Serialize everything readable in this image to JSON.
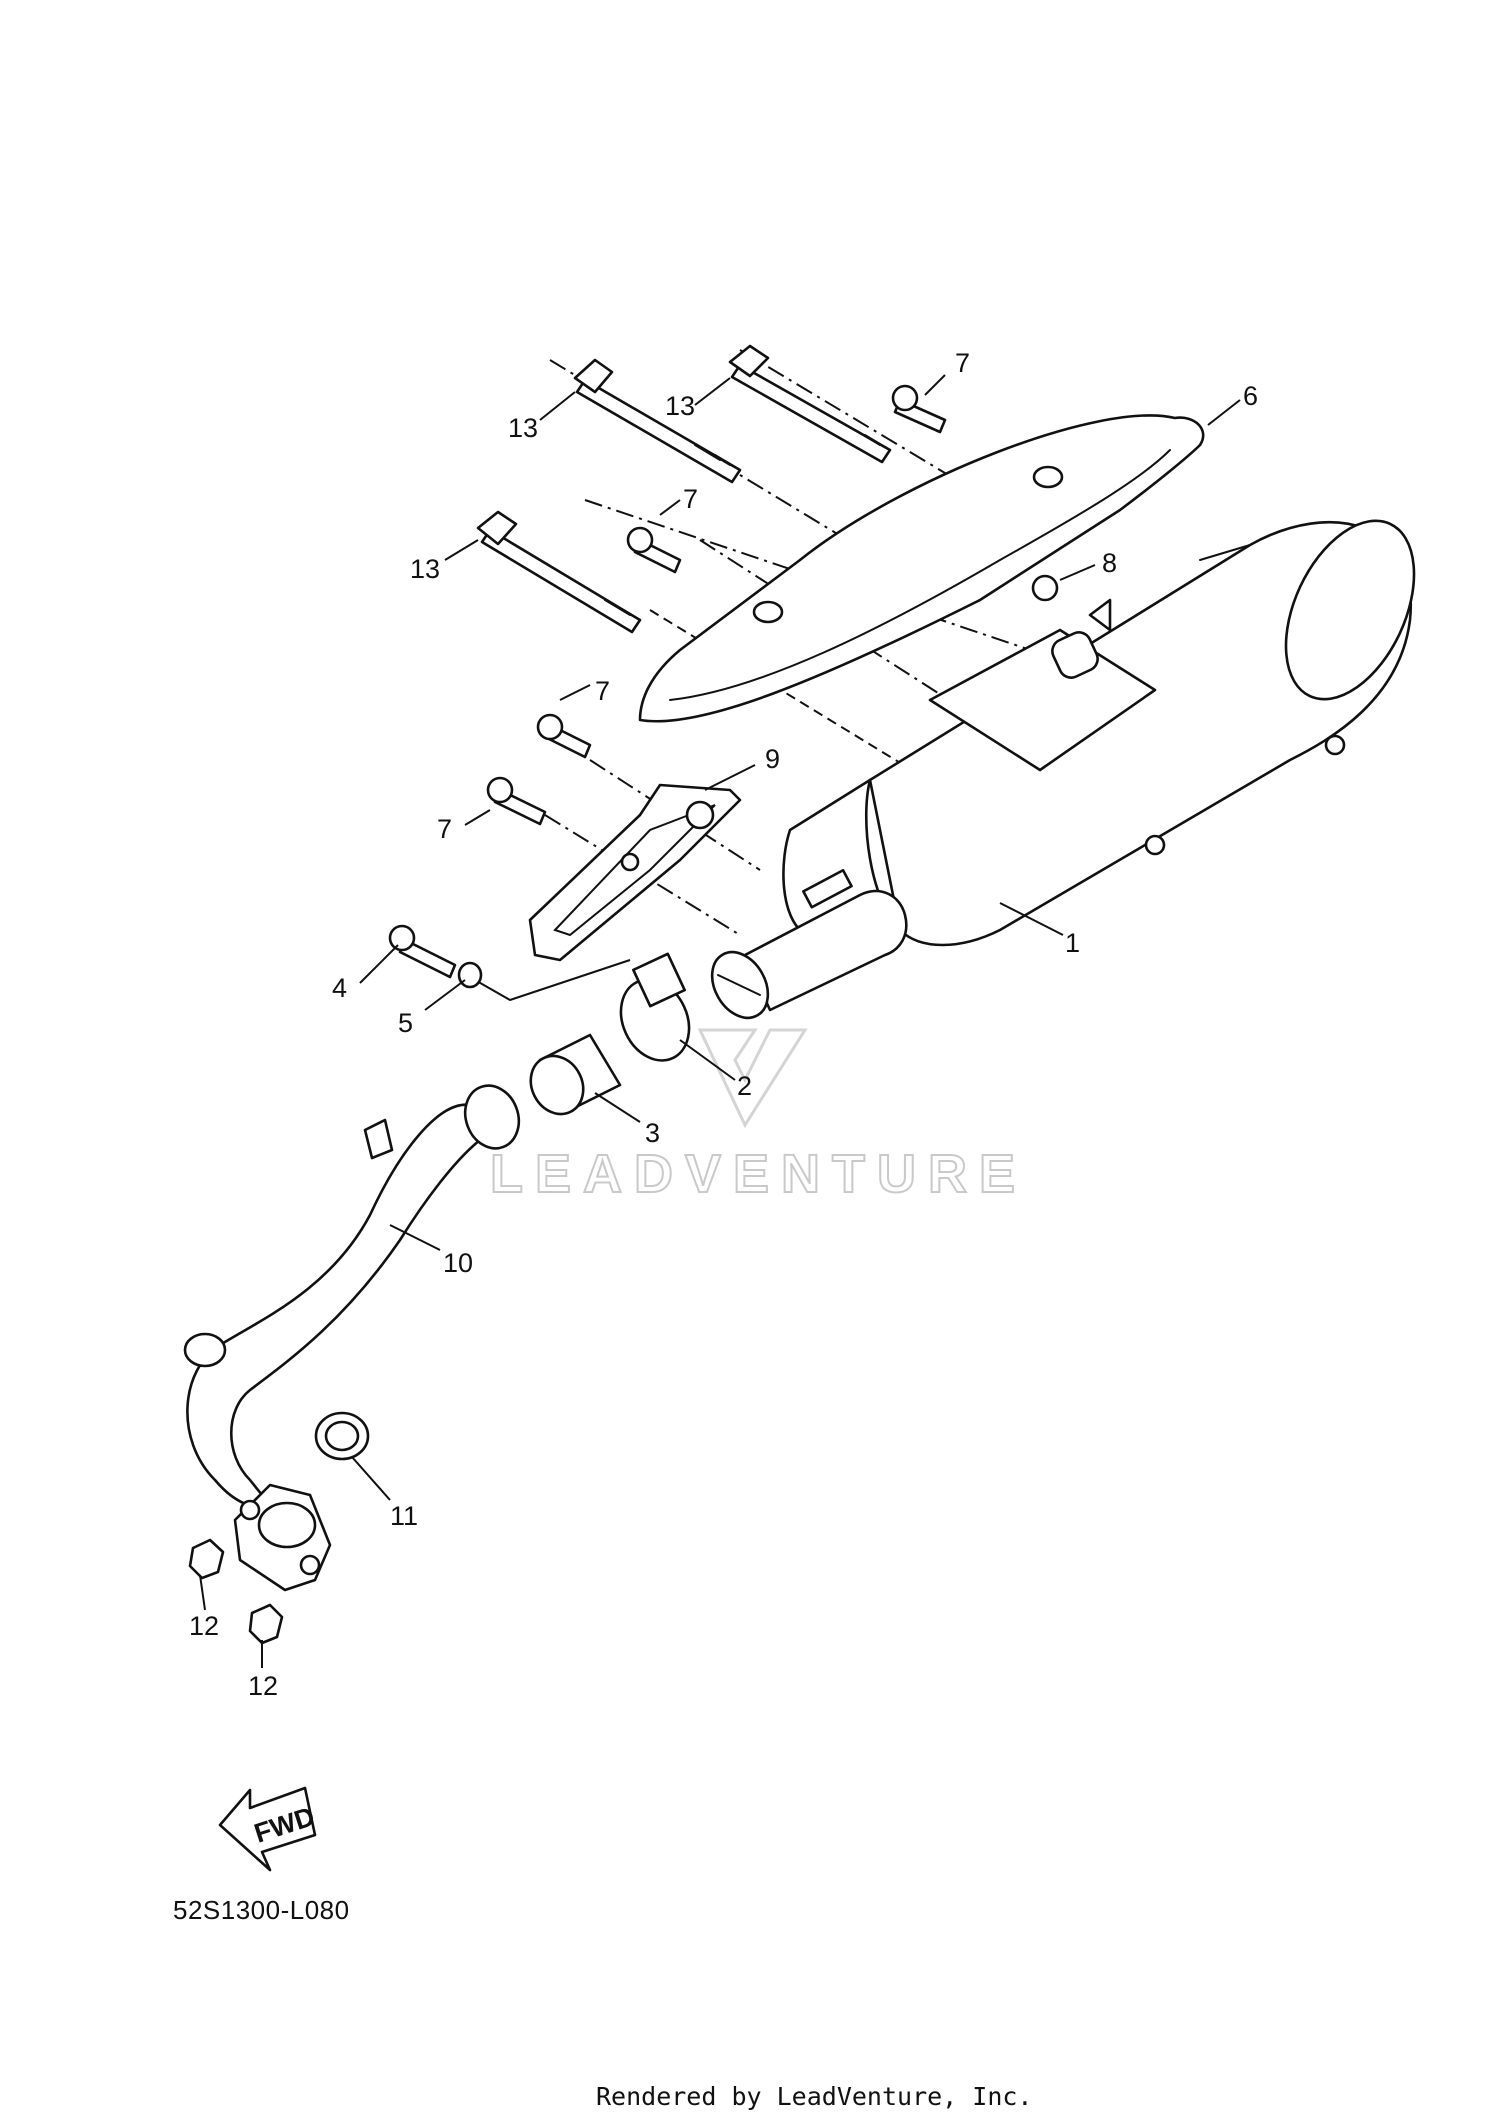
{
  "diagram": {
    "callouts": [
      {
        "id": "1",
        "label": "1"
      },
      {
        "id": "2",
        "label": "2"
      },
      {
        "id": "3",
        "label": "3"
      },
      {
        "id": "4",
        "label": "4"
      },
      {
        "id": "5",
        "label": "5"
      },
      {
        "id": "6",
        "label": "6"
      },
      {
        "id": "7a",
        "label": "7"
      },
      {
        "id": "7b",
        "label": "7"
      },
      {
        "id": "7c",
        "label": "7"
      },
      {
        "id": "7d",
        "label": "7"
      },
      {
        "id": "8",
        "label": "8"
      },
      {
        "id": "9",
        "label": "9"
      },
      {
        "id": "10",
        "label": "10"
      },
      {
        "id": "11",
        "label": "11"
      },
      {
        "id": "12a",
        "label": "12"
      },
      {
        "id": "12b",
        "label": "12"
      },
      {
        "id": "13a",
        "label": "13"
      },
      {
        "id": "13b",
        "label": "13"
      },
      {
        "id": "13c",
        "label": "13"
      }
    ],
    "fwd_label": "FWD",
    "diagram_code": "52S1300-L080",
    "watermark": "LEADVENTURE",
    "footer": "Rendered by LeadVenture, Inc."
  }
}
